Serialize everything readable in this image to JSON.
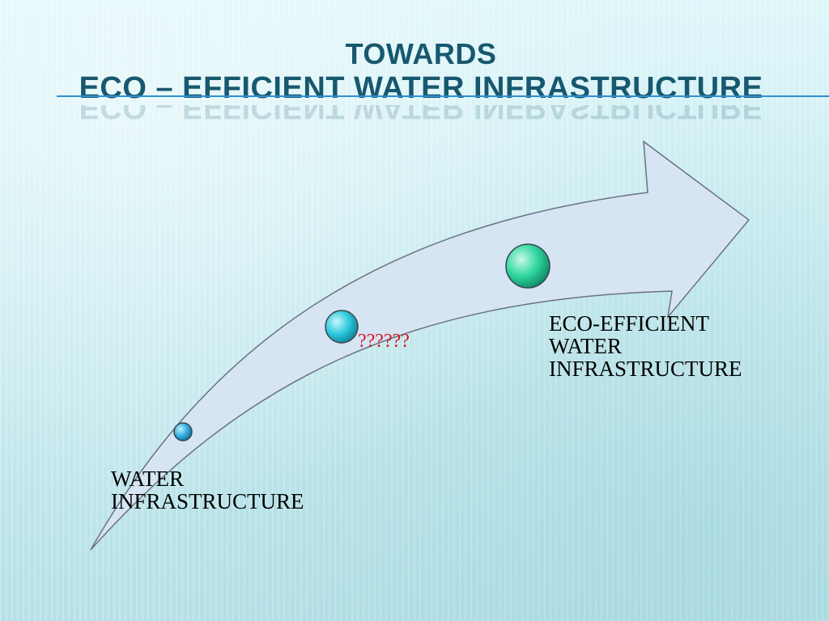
{
  "slide": {
    "title_line1": "TOWARDS",
    "title_line2": "ECO – EFFICIENT WATER INFRASTRUCTURE"
  },
  "diagram": {
    "start_label_line1": "WATER",
    "start_label_line2": "INFRASTRUCTURE",
    "middle_label": "??????",
    "end_label_line1": "ECO-EFFICIENT",
    "end_label_line2": "WATER",
    "end_label_line3": "INFRASTRUCTURE",
    "colors": {
      "arrow_fill": "#d6e4f3",
      "arrow_stroke": "#6a7380",
      "dot_small": "#36aee0",
      "dot_medium": "#2cc8dc",
      "dot_large": "#2fd6a0",
      "title": "#17586f",
      "question": "#d8141b"
    }
  }
}
